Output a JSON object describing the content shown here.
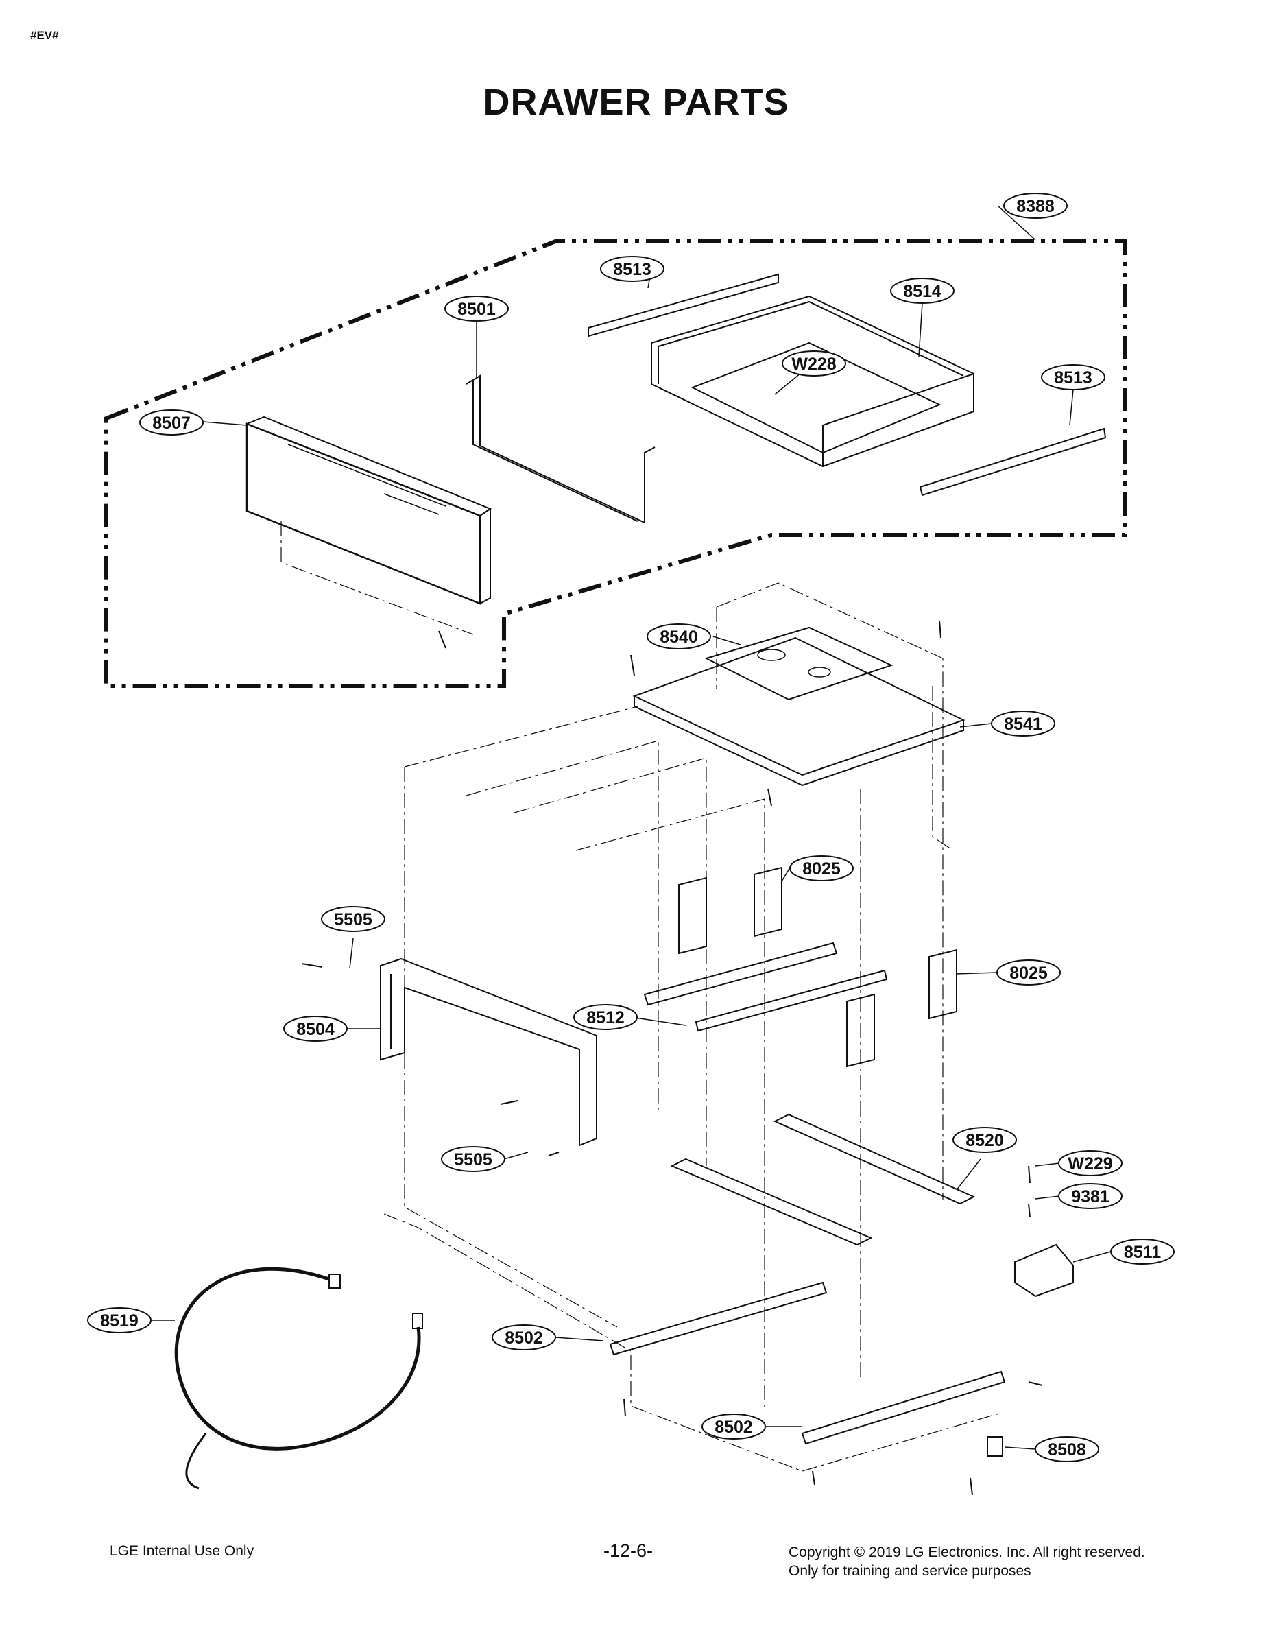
{
  "header": {
    "corner_tag": "#EV#",
    "title": "DRAWER PARTS"
  },
  "callouts": [
    {
      "id": "c-8388",
      "label": "8388"
    },
    {
      "id": "c-8513a",
      "label": "8513"
    },
    {
      "id": "c-8501",
      "label": "8501"
    },
    {
      "id": "c-8514",
      "label": "8514"
    },
    {
      "id": "c-w228",
      "label": "W228"
    },
    {
      "id": "c-8513b",
      "label": "8513"
    },
    {
      "id": "c-8507",
      "label": "8507"
    },
    {
      "id": "c-8540",
      "label": "8540"
    },
    {
      "id": "c-8541",
      "label": "8541"
    },
    {
      "id": "c-8025a",
      "label": "8025"
    },
    {
      "id": "c-5505a",
      "label": "5505"
    },
    {
      "id": "c-8025b",
      "label": "8025"
    },
    {
      "id": "c-8504",
      "label": "8504"
    },
    {
      "id": "c-8512",
      "label": "8512"
    },
    {
      "id": "c-5505b",
      "label": "5505"
    },
    {
      "id": "c-8520",
      "label": "8520"
    },
    {
      "id": "c-w229",
      "label": "W229"
    },
    {
      "id": "c-9381",
      "label": "9381"
    },
    {
      "id": "c-8511",
      "label": "8511"
    },
    {
      "id": "c-8519",
      "label": "8519"
    },
    {
      "id": "c-8502a",
      "label": "8502"
    },
    {
      "id": "c-8502b",
      "label": "8502"
    },
    {
      "id": "c-8508",
      "label": "8508"
    }
  ],
  "footer": {
    "left": "LGE Internal Use Only",
    "page": "-12-6-",
    "copyright_line1": "Copyright © 2019 LG Electronics. Inc. All right reserved.",
    "copyright_line2": "Only for training and service purposes"
  }
}
